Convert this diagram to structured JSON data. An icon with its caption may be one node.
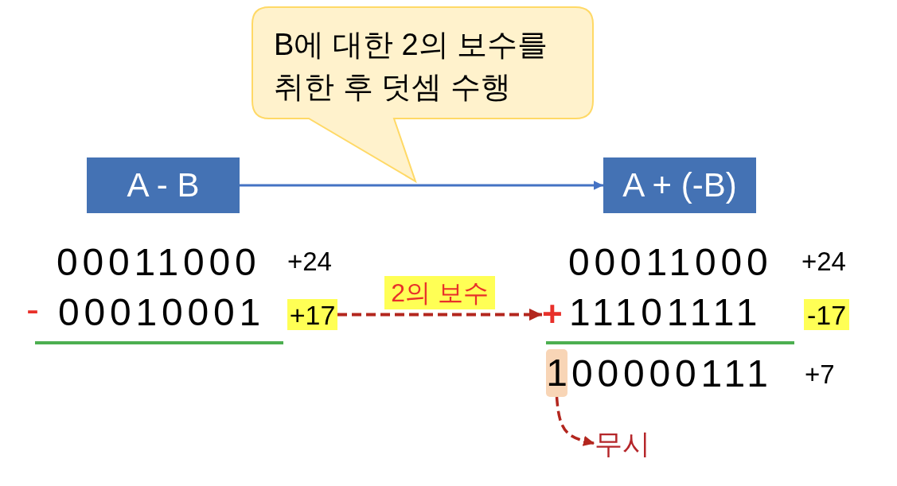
{
  "diagram": {
    "nodes": [
      {
        "text": [
          "B에 대한 2의 보수를 취한 후 덧셈 수행"
        ]
      },
      {
        "text": [
          "A - B"
        ]
      },
      {
        "text": [
          "A + (-B)"
        ]
      },
      {
        "text": [
          "+17"
        ]
      },
      {
        "text": [
          "+"
        ]
      },
      {
        "text": [
          "-17"
        ]
      },
      {
        "text": [
          "1"
        ]
      },
      {
        "text": [
          "무시"
        ]
      }
    ],
    "edges": [
      {
        "from": 1,
        "to": 2,
        "arrow": "to",
        "color": "#4472c4"
      },
      {
        "from": 3,
        "to": 4,
        "arrow": "to",
        "style": "dashed",
        "label": "2의 보수"
      },
      {
        "from": 6,
        "to": 7,
        "arrow": "to",
        "style": "dashed"
      }
    ],
    "labels": [
      "00011000",
      "+24",
      "00011000",
      "+24",
      "-",
      "00010001",
      "11101111",
      "00000111",
      "+7"
    ]
  }
}
